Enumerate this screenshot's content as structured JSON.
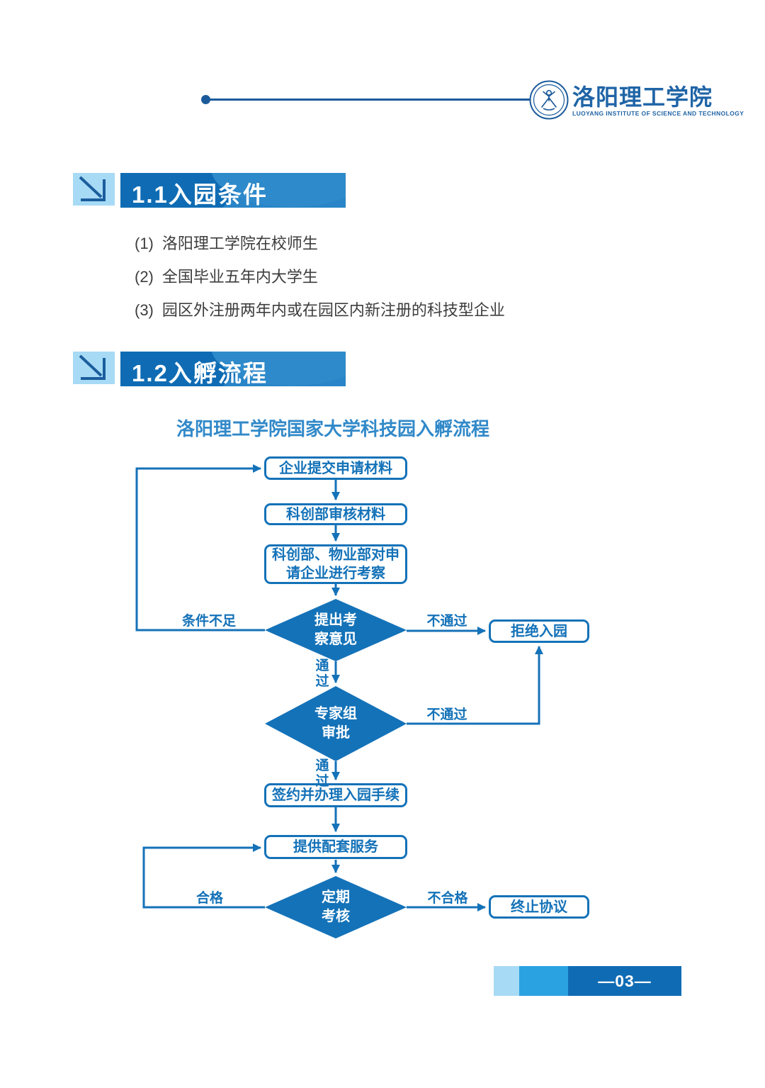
{
  "page": {
    "header": {
      "university_cn": "洛阳理工学院",
      "university_en": "LUOYANG INSTITUTE OF SCIENCE AND TECHNOLOGY"
    },
    "section1": {
      "title": "1.1入园条件"
    },
    "conditions": [
      {
        "num": "(1)",
        "text": "洛阳理工学院在校师生"
      },
      {
        "num": "(2)",
        "text": "全国毕业五年内大学生"
      },
      {
        "num": "(3)",
        "text": "园区外注册两年内或在园区内新注册的科技型企业"
      }
    ],
    "section2": {
      "title": "1.2入孵流程"
    },
    "flowchart": {
      "title": "洛阳理工学院国家大学科技园入孵流程",
      "nodes": {
        "submit": "企业提交申请材料",
        "review": "科创部审核材料",
        "inspect": "科创部、物业部对申请企业进行考察",
        "opinion": "提出考察意见",
        "expert": "专家组审批",
        "sign": "签约并办理入园手续",
        "service": "提供配套服务",
        "assess": "定期考核",
        "reject": "拒绝入园",
        "terminate": "终止协议"
      },
      "edge_labels": {
        "insufficient": "条件不足",
        "fail": "不通过",
        "pass": "通过",
        "qualified": "合格",
        "unqualified": "不合格"
      }
    },
    "footer": {
      "page_number": "—03—"
    },
    "colors": {
      "flow_blue": "#1472b8",
      "bar_blue": "#0f6cb4",
      "light_blue": "#a7daf5",
      "mid_blue": "#2aa2e2",
      "logo_blue": "#1c5b9b",
      "title_blue": "#3189c9",
      "body_text": "#3d3d3d"
    }
  }
}
